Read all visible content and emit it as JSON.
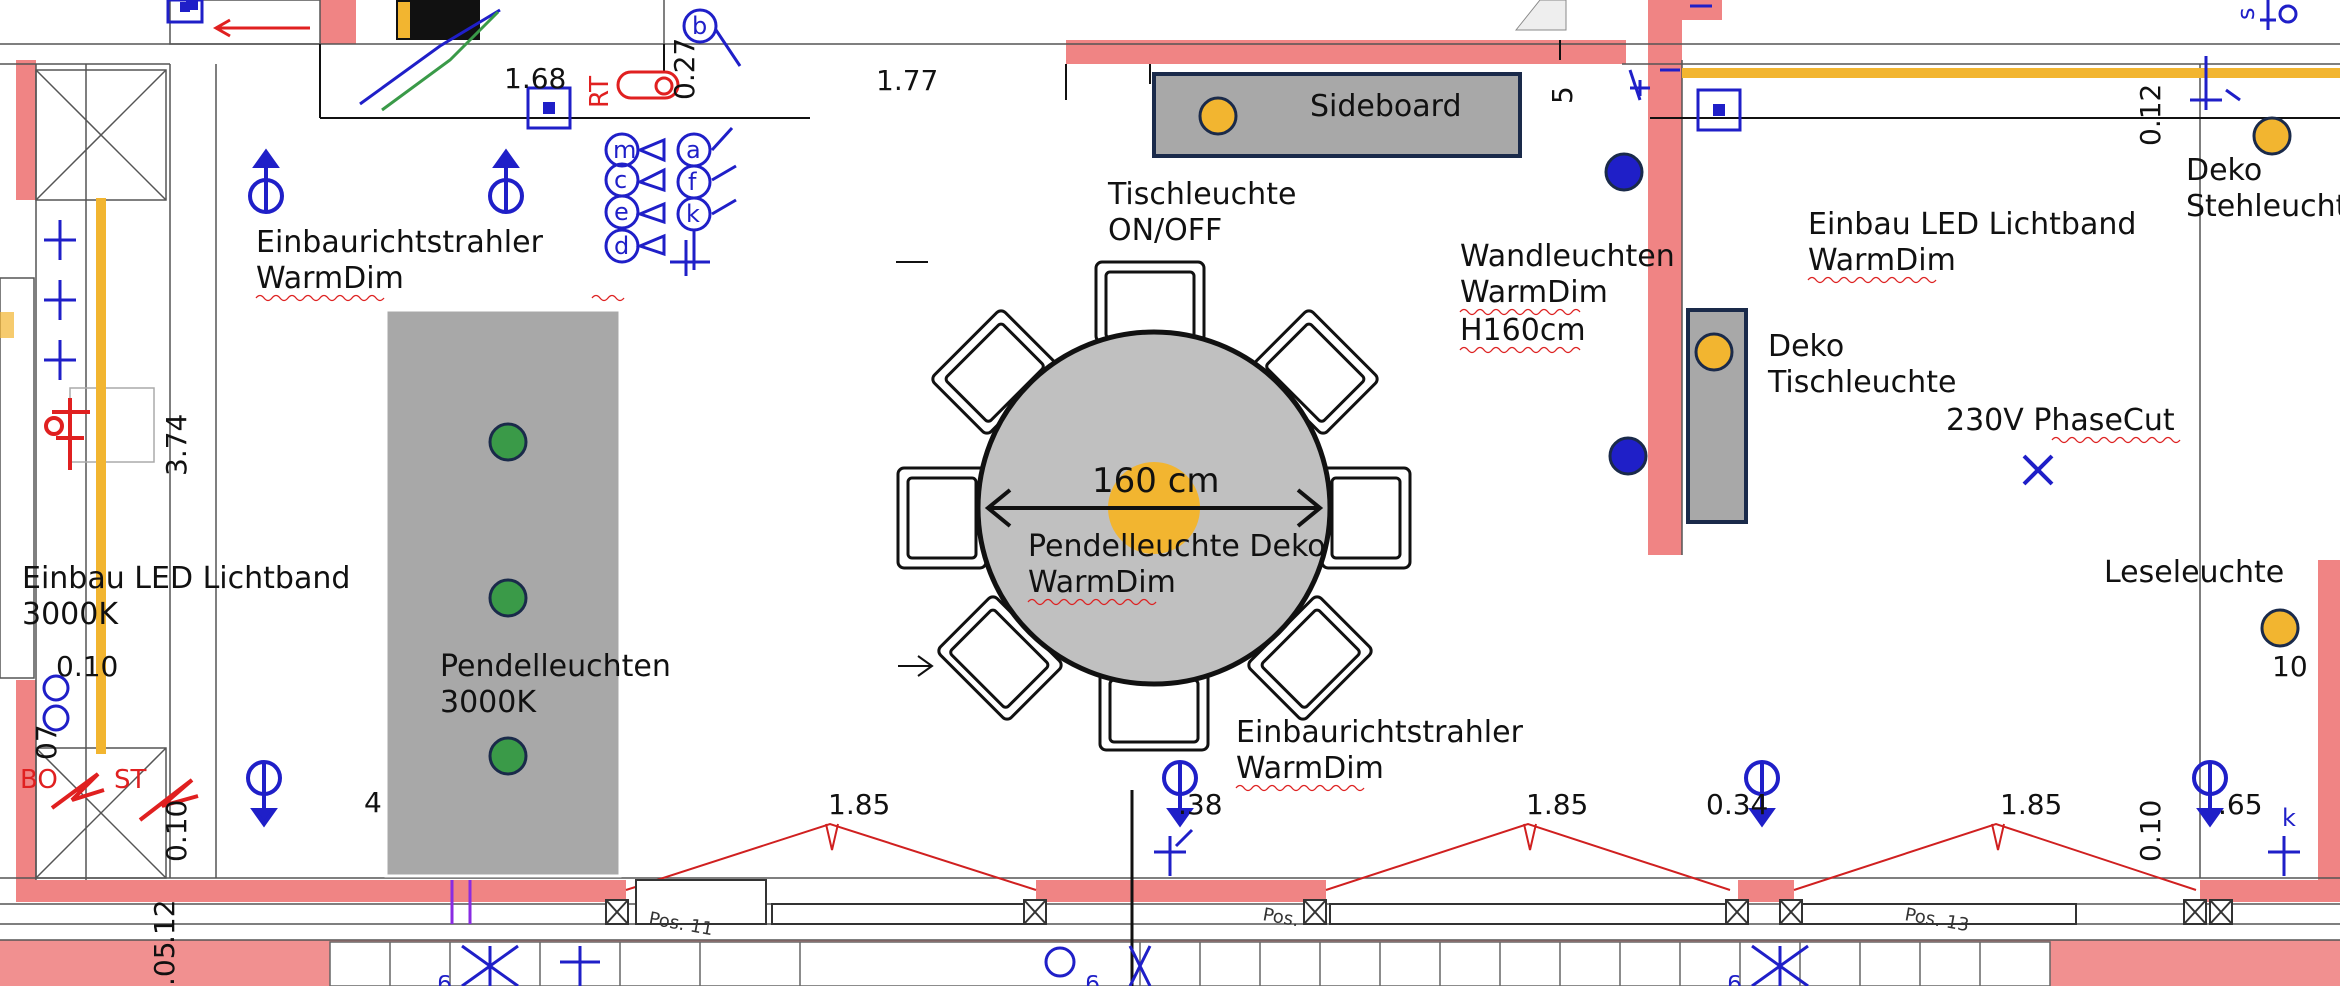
{
  "labels": {
    "sideboard": "Sideboard",
    "tischleuchte_1": "Tischleuchte",
    "tischleuchte_2": "ON/OFF",
    "einbaurichtstrahler_left_1": "Einbaurichtstrahler",
    "einbaurichtstrahler_left_2": "WarmDim",
    "wandleuchten_1": "Wandleuchten",
    "wandleuchten_2": "WarmDim",
    "wandleuchten_3": "H160cm",
    "lichtband_right_1": "Einbau LED Lichtband",
    "lichtband_right_2": "WarmDim",
    "deko_steh_1": "Deko",
    "deko_steh_2": "Stehleuchte",
    "deko_tisch_1": "Deko",
    "deko_tisch_2": "Tischleuchte",
    "phasecut": "230V PhaseCut",
    "table_dim": "160 cm",
    "pendel_deko_1": "Pendelleuchte Deko",
    "pendel_deko_2": "WarmDim",
    "lichtband_left_1": "Einbau LED Lichtband",
    "lichtband_left_2": "3000K",
    "pendel_1": "Pendelleuchten",
    "pendel_2": "3000K",
    "einbaurichtstrahler_bottom_1": "Einbaurichtstrahler",
    "einbaurichtstrahler_bottom_2": "WarmDim",
    "leseleuchte": "Leseleuchte"
  },
  "dimensions": {
    "d168": "1.68",
    "d177": "1.77",
    "d374": "3.74",
    "d010a": "0.10",
    "d010b": "0.10",
    "d027": "0.27",
    "d5": "5",
    "d185a": "1.85",
    "d185b": "1.85",
    "d185c": "1.85",
    "d038": ".38",
    "d034": "0.34",
    "d065": ".65",
    "d010c": "0.10",
    "d012": "0.12",
    "d10": "10",
    "d4": "4",
    "d07": "07",
    "d012b": ".12",
    "d05": ".05"
  },
  "red_text": {
    "bo": "BO",
    "st": "ST",
    "rt": "RT"
  },
  "blue_letters": {
    "m": "m",
    "c": "c",
    "e": "e",
    "d": "d",
    "a": "a",
    "f": "f",
    "k": "k",
    "b": "b",
    "s": "s",
    "k2": "k",
    "g1": "g",
    "g2": "g",
    "g3": "g"
  },
  "pos_labels": {
    "p1": "Pos. 11",
    "p2": "Pos.",
    "p3": "Pos. 13"
  },
  "colors": {
    "wall": "#f08484",
    "furniture": "#a8a8a8",
    "symbol_blue": "#1f1fc8",
    "lamp_yellow": "#f2b530",
    "lamp_green": "#3a9a48",
    "lichtband": "#f2b530"
  }
}
